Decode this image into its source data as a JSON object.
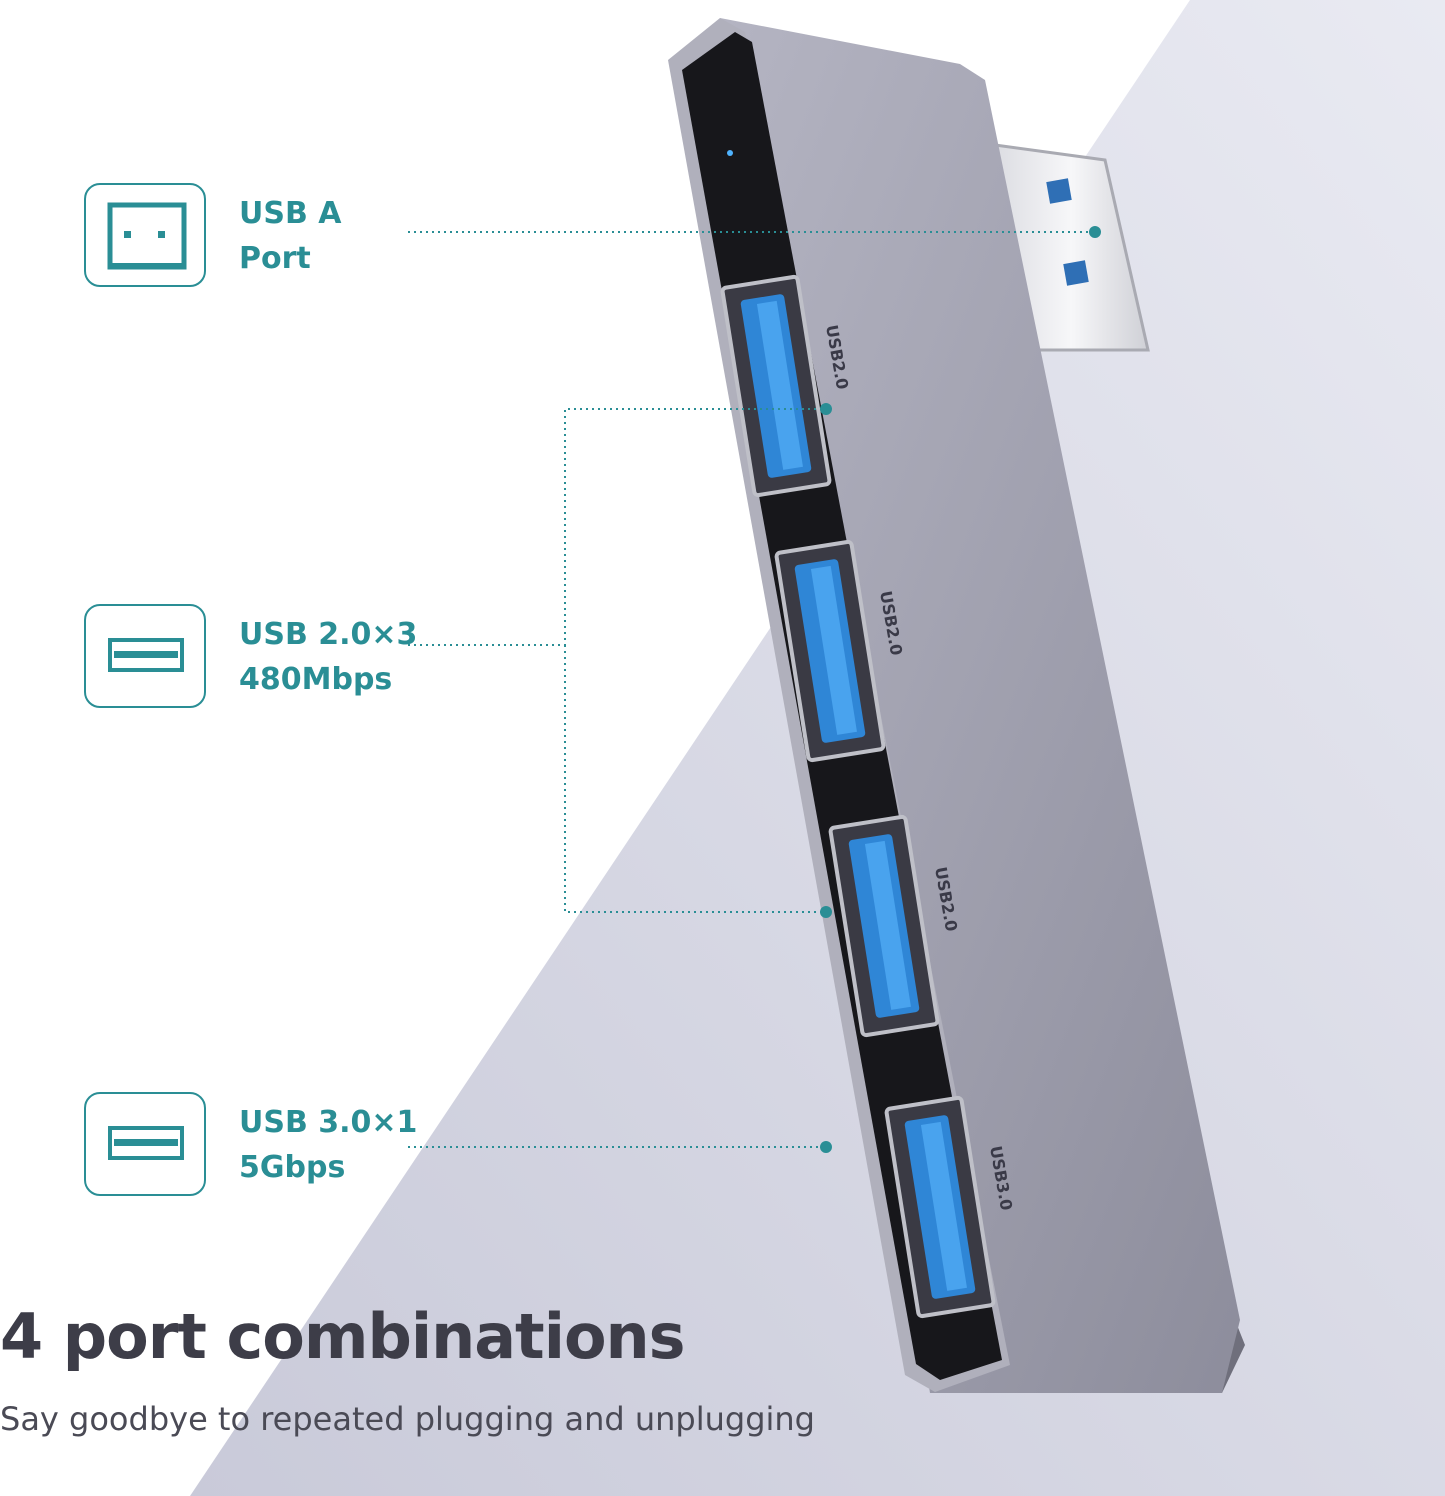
{
  "features": [
    {
      "icon": "usb-a-port-icon",
      "line1": "USB A",
      "line2": "Port"
    },
    {
      "icon": "usb-port-icon",
      "line1": "USB 2.0×3",
      "line2": "480Mbps"
    },
    {
      "icon": "usb-port-icon",
      "line1": "USB 3.0×1",
      "line2": "5Gbps"
    }
  ],
  "port_labels": [
    "USB2.0",
    "USB2.0",
    "USB2.0",
    "USB3.0"
  ],
  "headline": "4 port combinations",
  "subheadline": "Say goodbye to repeated plugging and unplugging",
  "colors": {
    "accent": "#2a8e95",
    "hub_body": "#9c9caa",
    "port_blue": "#2f86d6",
    "background": "#ffffff",
    "background_shade": "#dcdde8"
  }
}
